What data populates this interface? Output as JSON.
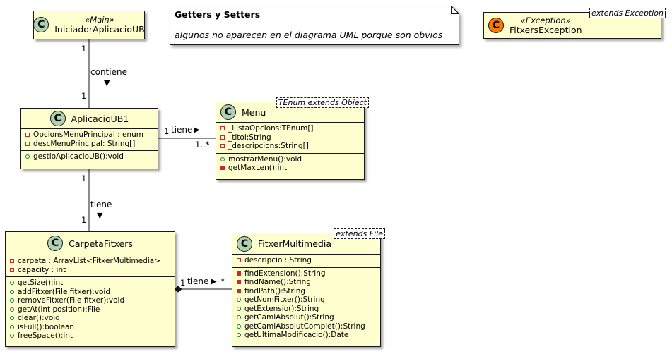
{
  "note": {
    "title": "Getters y Setters",
    "body": "algunos no aparecen en el diagrama UML porque son obvios"
  },
  "classes": {
    "iniciador": {
      "icon": "C",
      "stereotype": "«Main»",
      "name": "IniciadorAplicacioUB"
    },
    "fitxersException": {
      "icon": "C",
      "stereotype": "«Exception»",
      "name": "FitxersException",
      "generic": "extends Exception"
    },
    "aplicacio": {
      "icon": "C",
      "name": "AplicacioUB1",
      "fields": [
        "OpcionsMenuPrincipal : enum",
        "descMenuPrincipal: String[]"
      ],
      "methods": [
        "gestioAplicacioUB():void"
      ]
    },
    "menu": {
      "icon": "C",
      "name": "Menu",
      "generic": "TEnum extends Object",
      "fields": [
        "_llistaOpcions:TEnum[]",
        "_titol:String",
        "_descripcions:String[]"
      ],
      "methods": [
        "mostrarMenu():void",
        "getMaxLen():int"
      ]
    },
    "carpeta": {
      "icon": "C",
      "name": "CarpetaFitxers",
      "fields": [
        "carpeta : ArrayList<FitxerMultimedia>",
        "capacity : int"
      ],
      "methods": [
        "getSize():int",
        "addFitxer(File fitxer):void",
        "removeFitxer(File fitxer):void",
        "getAt(int position):File",
        "clear():void",
        "isFull():boolean",
        "freeSpace():int"
      ]
    },
    "fitxer": {
      "icon": "C",
      "name": "FitxerMultimedia",
      "generic": "extends File",
      "fields": [
        "descripcio : String"
      ],
      "methods": [
        "findExtension():String",
        "findName():String",
        "findPath():String",
        "getNomFitxer():String",
        "getExtensio():String",
        "getCamiAbsolut():String",
        "getCamiAbsolutComplet():String",
        "getUltimaModificacio():Date"
      ]
    }
  },
  "relations": {
    "r1": {
      "label": "contiene",
      "arrow": "▼",
      "from_mult": "1",
      "to_mult": "1"
    },
    "r2": {
      "label": "tiene",
      "arrow": "▶",
      "from_mult": "1",
      "to_mult": "1..*"
    },
    "r3": {
      "label": "tiene",
      "arrow": "▼",
      "from_mult": "1",
      "to_mult": "1"
    },
    "r4": {
      "label": "tiene",
      "arrow": "▶",
      "from_mult": "1",
      "to_mult": "*"
    }
  },
  "colors": {
    "class_fill": "#fefece",
    "class_icon": "#add1b2",
    "exception_icon": "#ff7700",
    "private_marker": "#c82930",
    "public_marker": "#038048"
  }
}
